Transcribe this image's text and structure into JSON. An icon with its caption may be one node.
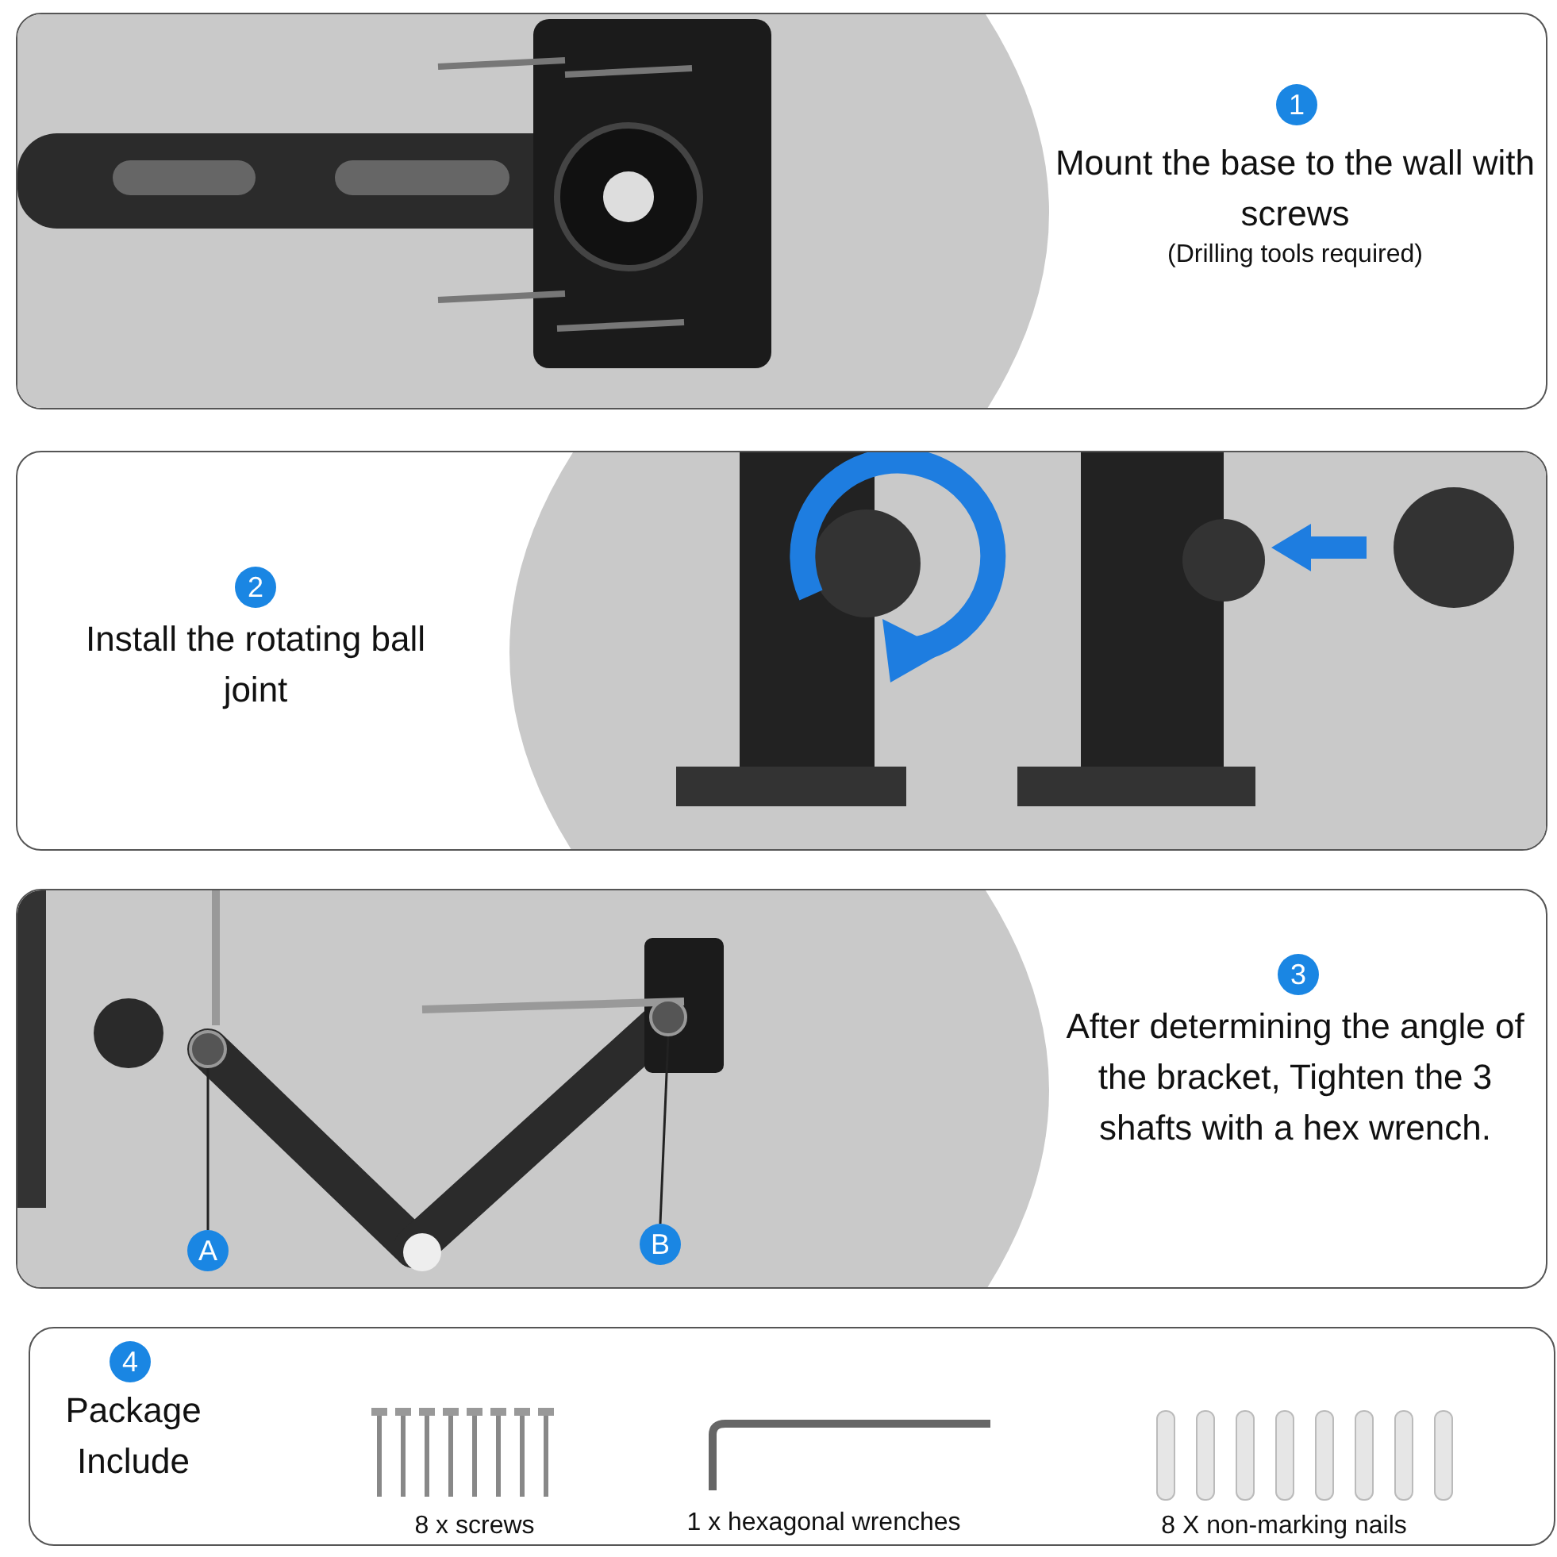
{
  "diagram": {
    "nodes": [
      {
        "text": [
          "Mount the base to the wall with screws",
          "(Drilling tools required)"
        ]
      },
      {
        "text": [
          "1"
        ],
        "in": 0
      },
      {
        "text": [
          "Install the rotating ball joint"
        ]
      },
      {
        "text": [
          "2"
        ],
        "in": 2
      },
      {
        "text": [
          "After determining the angle of the bracket, Tighten the 3 shafts with a hex wrench."
        ]
      },
      {
        "text": [
          "3"
        ],
        "in": 4
      },
      {
        "text": [
          "A"
        ],
        "in": 4
      },
      {
        "text": [],
        "shape": "circle",
        "in": 4
      },
      {
        "text": [
          "B"
        ],
        "in": 4
      },
      {
        "text": [],
        "shape": "circle",
        "in": 4
      },
      {
        "text": [
          "Package Include"
        ]
      },
      {
        "text": [
          "4"
        ],
        "in": 10
      },
      {
        "text": [],
        "shape": "picture",
        "beside": [
          "8 x screws"
        ],
        "in": 10
      },
      {
        "text": [],
        "shape": "picture",
        "beside": [
          "1 x hexagonal wrenches"
        ],
        "in": 10
      },
      {
        "text": [],
        "shape": "picture",
        "beside": [
          "8 X non-marking nails"
        ],
        "in": 10
      }
    ],
    "edges": [
      {
        "from": 6,
        "to": 7,
        "arrow": "none"
      },
      {
        "from": 8,
        "to": 9,
        "arrow": "none"
      }
    ]
  }
}
